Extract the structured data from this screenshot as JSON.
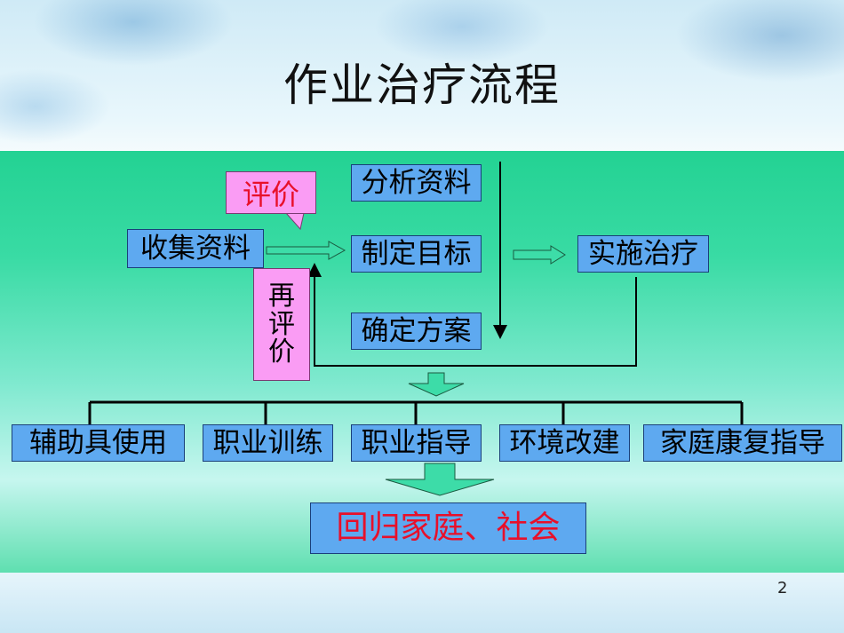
{
  "title": "作业治疗流程",
  "nodes": {
    "collect": "收集资料",
    "analyze": "分析资料",
    "goal": "制定目标",
    "plan": "确定方案",
    "implement": "实施治疗"
  },
  "callout": {
    "evaluate": "评价"
  },
  "reevaluate": [
    "再",
    "评",
    "价"
  ],
  "services": [
    "辅助具使用",
    "职业训练",
    "职业指导",
    "环境改建",
    "家庭康复指导"
  ],
  "outcome": "回归家庭、社会",
  "page_number": "2",
  "colors": {
    "box_fill": "#5ea9f0",
    "callout_fill": "#fa9cf4",
    "arrow_fill": "#3ddca8",
    "accent_text": "#e8102a",
    "panel_top": "#23d293"
  }
}
